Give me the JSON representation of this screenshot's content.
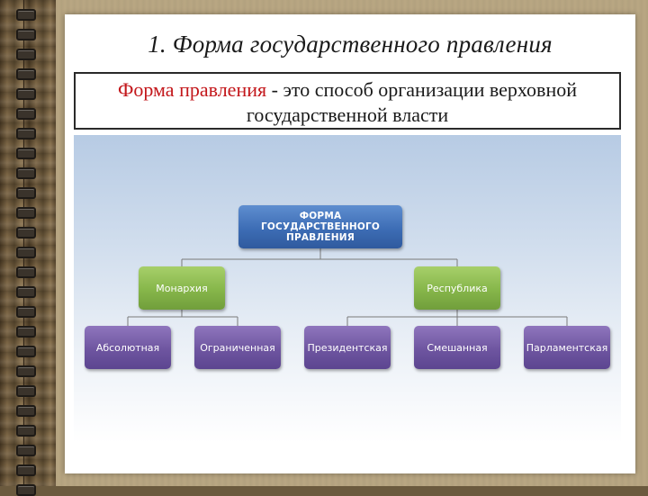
{
  "slide": {
    "title": "1. Форма государственного правления",
    "definition": {
      "term": "Форма правления",
      "rest_line1": " - это способ организации верховной",
      "rest_line2": "государственной власти"
    }
  },
  "diagram": {
    "root": {
      "label": "ФОРМА ГОСУДАРСТВЕННОГО ПРАВЛЕНИЯ"
    },
    "monarchy": {
      "label": "Монархия",
      "children": [
        "Абсолютная",
        "Ограниченная"
      ]
    },
    "republic": {
      "label": "Республика",
      "children": [
        "Президентская",
        "Смешанная",
        "Парламентская"
      ]
    },
    "colors": {
      "root": "#3d6db5",
      "level1": "#86b64a",
      "level2": "#6e55a0",
      "connector": "#7a7a7a"
    }
  }
}
